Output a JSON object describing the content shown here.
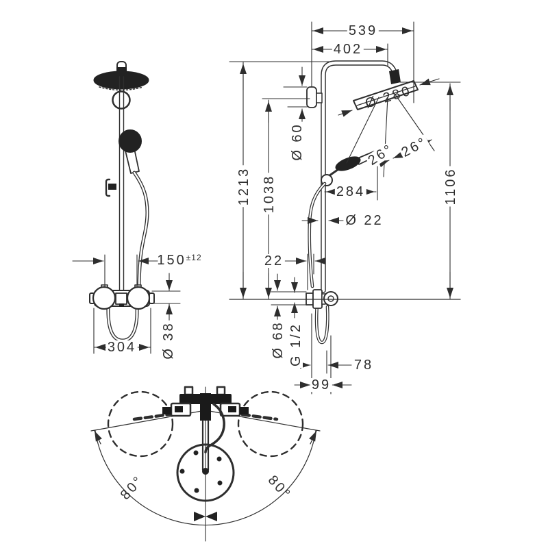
{
  "drawing": {
    "line_color": "#2e2e2e",
    "background": "#ffffff",
    "front_view": {
      "connection_spacing": "150",
      "connection_tolerance": "±12",
      "valve_diameter": "Ø 38",
      "valve_width": "304"
    },
    "side_view": {
      "reach_total": "539",
      "reach_arm": "402",
      "head_diameter": "Ø 280",
      "bracket_escutcheon_diameter": "Ø 60",
      "height_pipe_top": "1213",
      "height_bracket": "1038",
      "height_head": "1106",
      "head_tilt_angle_1": "26°",
      "head_tilt_angle_2": "26°",
      "head_offset": "284",
      "pipe_diameter": "Ø 22",
      "rail_wall_offset": "22",
      "valve_escutcheon_diameter": "Ø 68",
      "thread_size": "G 1/2",
      "hose_offset": "78",
      "outlet_offset": "99"
    },
    "top_view": {
      "swivel_angle_left": "80°",
      "swivel_angle_right": "80°"
    }
  }
}
